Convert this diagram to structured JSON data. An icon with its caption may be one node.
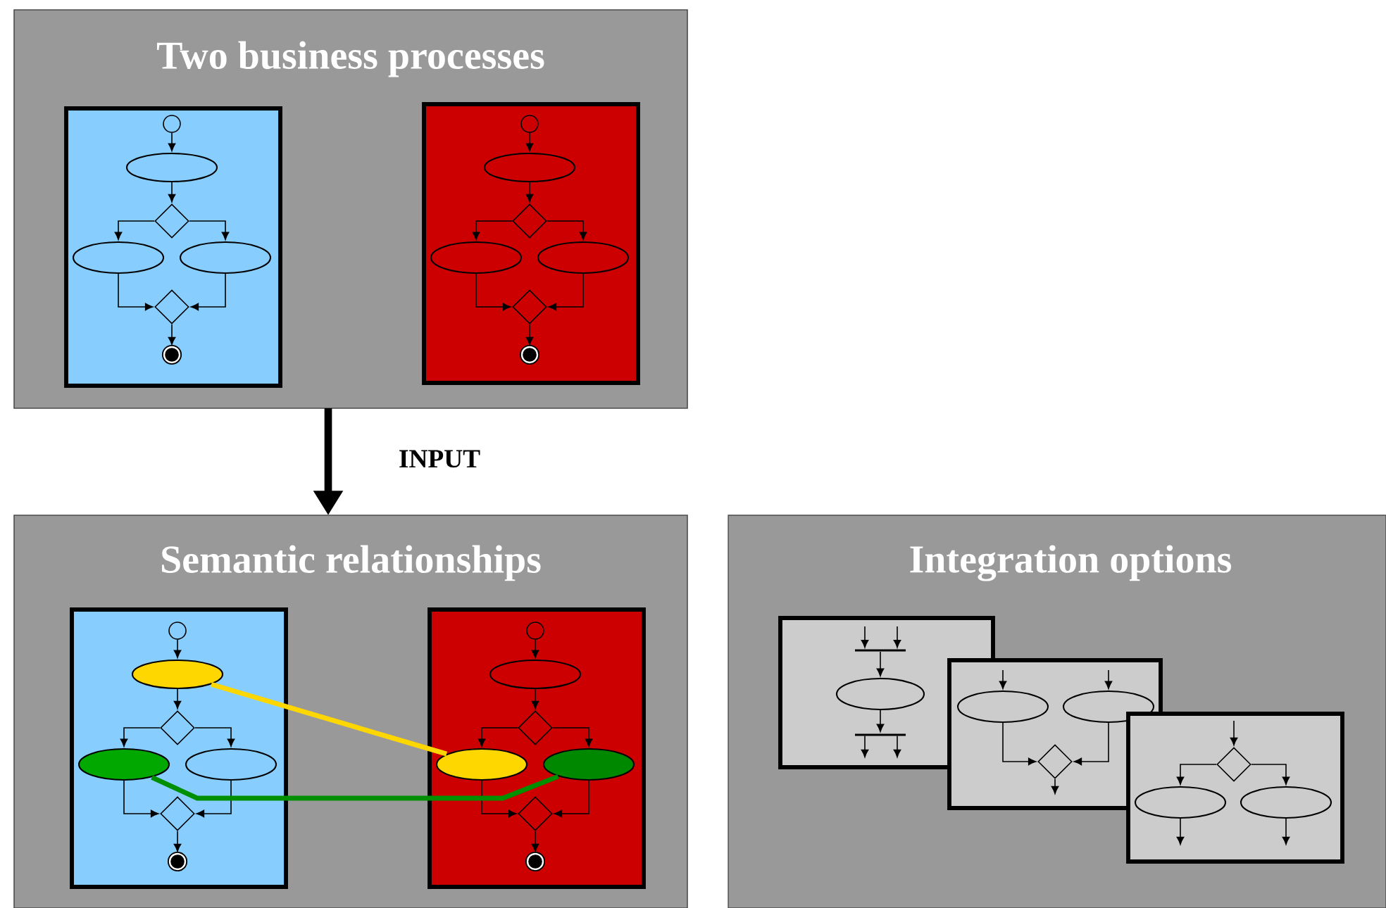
{
  "diagram": {
    "nodes": [
      {
        "text": [
          "Two business processes"
        ]
      },
      {
        "text": [],
        "shape": "box",
        "in": 0
      },
      {
        "text": [],
        "shape": "box",
        "in": 0
      },
      {
        "text": [],
        "shape": "circle",
        "in": 1
      },
      {
        "text": [],
        "shape": "ellipse",
        "in": 1
      },
      {
        "text": [],
        "shape": "diamond",
        "in": 1
      },
      {
        "text": [],
        "shape": "ellipse",
        "in": 1
      },
      {
        "text": [],
        "shape": "ellipse",
        "in": 1
      },
      {
        "text": [],
        "shape": "diamond",
        "in": 1
      },
      {
        "text": [],
        "shape": "circle",
        "in": 1
      },
      {
        "text": [],
        "shape": "circle",
        "in": 2
      },
      {
        "text": [],
        "shape": "ellipse",
        "in": 2
      },
      {
        "text": [],
        "shape": "diamond",
        "in": 2
      },
      {
        "text": [],
        "shape": "ellipse",
        "in": 2
      },
      {
        "text": [],
        "shape": "ellipse",
        "in": 2
      },
      {
        "text": [],
        "shape": "diamond",
        "in": 2
      },
      {
        "text": [],
        "shape": "circle",
        "in": 2
      },
      {
        "text": [
          "Semantic relationships"
        ]
      },
      {
        "text": [],
        "shape": "box",
        "in": 17
      },
      {
        "text": [],
        "shape": "box",
        "in": 17
      },
      {
        "text": [],
        "shape": "circle",
        "in": 18
      },
      {
        "text": [],
        "shape": "ellipse",
        "in": 18
      },
      {
        "text": [],
        "shape": "diamond",
        "in": 18
      },
      {
        "text": [],
        "shape": "ellipse",
        "in": 18
      },
      {
        "text": [],
        "shape": "ellipse",
        "in": 18
      },
      {
        "text": [],
        "shape": "diamond",
        "in": 18
      },
      {
        "text": [],
        "shape": "circle",
        "in": 18
      },
      {
        "text": [],
        "shape": "circle",
        "in": 19
      },
      {
        "text": [],
        "shape": "ellipse",
        "in": 19
      },
      {
        "text": [],
        "shape": "diamond",
        "in": 19
      },
      {
        "text": [],
        "shape": "ellipse",
        "in": 19
      },
      {
        "text": [],
        "shape": "ellipse",
        "in": 19
      },
      {
        "text": [],
        "shape": "diamond",
        "in": 19
      },
      {
        "text": [],
        "shape": "circle",
        "in": 19
      },
      {
        "text": [
          "Integration options"
        ]
      },
      {
        "text": [],
        "shape": "box",
        "in": 34
      },
      {
        "text": [],
        "shape": "bar",
        "in": 35
      },
      {
        "text": [],
        "shape": "ellipse",
        "in": 35
      },
      {
        "text": [],
        "shape": "bar",
        "in": 35
      },
      {
        "text": [],
        "shape": "box",
        "in": 34
      },
      {
        "text": [],
        "shape": "ellipse",
        "in": 39
      },
      {
        "text": [],
        "shape": "ellipse",
        "in": 39
      },
      {
        "text": [],
        "shape": "diamond",
        "in": 39
      },
      {
        "text": [],
        "shape": "box",
        "in": 34
      },
      {
        "text": [],
        "shape": "diamond",
        "in": 43
      },
      {
        "text": [],
        "shape": "ellipse",
        "in": 43
      },
      {
        "text": [],
        "shape": "ellipse",
        "in": 43
      }
    ],
    "edges": [
      {
        "from": 0,
        "to": 17,
        "arrow": "to",
        "label": "INPUT",
        "style": "thick"
      },
      {
        "from": 3,
        "to": 4,
        "arrow": "to"
      },
      {
        "from": 4,
        "to": 5,
        "arrow": "to"
      },
      {
        "from": 5,
        "to": 6,
        "arrow": "to"
      },
      {
        "from": 5,
        "to": 7,
        "arrow": "to"
      },
      {
        "from": 6,
        "to": 8,
        "arrow": "to"
      },
      {
        "from": 7,
        "to": 8,
        "arrow": "to"
      },
      {
        "from": 8,
        "to": 9,
        "arrow": "to"
      },
      {
        "from": 10,
        "to": 11,
        "arrow": "to"
      },
      {
        "from": 11,
        "to": 12,
        "arrow": "to"
      },
      {
        "from": 12,
        "to": 13,
        "arrow": "to"
      },
      {
        "from": 12,
        "to": 14,
        "arrow": "to"
      },
      {
        "from": 13,
        "to": 15,
        "arrow": "to"
      },
      {
        "from": 14,
        "to": 15,
        "arrow": "to"
      },
      {
        "from": 15,
        "to": 16,
        "arrow": "to"
      },
      {
        "from": 20,
        "to": 21,
        "arrow": "to"
      },
      {
        "from": 21,
        "to": 22,
        "arrow": "to"
      },
      {
        "from": 22,
        "to": 23,
        "arrow": "to"
      },
      {
        "from": 22,
        "to": 24,
        "arrow": "to"
      },
      {
        "from": 23,
        "to": 25,
        "arrow": "to"
      },
      {
        "from": 24,
        "to": 25,
        "arrow": "to"
      },
      {
        "from": 25,
        "to": 26,
        "arrow": "to"
      },
      {
        "from": 27,
        "to": 28,
        "arrow": "to"
      },
      {
        "from": 28,
        "to": 29,
        "arrow": "to"
      },
      {
        "from": 29,
        "to": 30,
        "arrow": "to"
      },
      {
        "from": 29,
        "to": 31,
        "arrow": "to"
      },
      {
        "from": 30,
        "to": 32,
        "arrow": "to"
      },
      {
        "from": 31,
        "to": 32,
        "arrow": "to"
      },
      {
        "from": 32,
        "to": 33,
        "arrow": "to"
      },
      {
        "from": 21,
        "to": 30,
        "arrow": "none",
        "style": "thick",
        "color": "#ffd700"
      },
      {
        "from": 23,
        "to": 31,
        "arrow": "none",
        "style": "thick",
        "color": "#008f00"
      },
      {
        "from": null,
        "to": 36,
        "arrow": "to"
      },
      {
        "from": null,
        "to": 36,
        "arrow": "to"
      },
      {
        "from": 36,
        "to": 37,
        "arrow": "to"
      },
      {
        "from": 37,
        "to": 38,
        "arrow": "to"
      },
      {
        "from": 38,
        "to": null,
        "arrow": "to"
      },
      {
        "from": 38,
        "to": null,
        "arrow": "to"
      },
      {
        "from": null,
        "to": 40,
        "arrow": "to"
      },
      {
        "from": null,
        "to": 41,
        "arrow": "to"
      },
      {
        "from": 40,
        "to": 42,
        "arrow": "to"
      },
      {
        "from": 41,
        "to": 42,
        "arrow": "to"
      },
      {
        "from": 42,
        "to": null,
        "arrow": "to"
      },
      {
        "from": null,
        "to": 44,
        "arrow": "to"
      },
      {
        "from": 44,
        "to": 45,
        "arrow": "to"
      },
      {
        "from": 44,
        "to": 46,
        "arrow": "to"
      },
      {
        "from": 45,
        "to": null,
        "arrow": "to"
      },
      {
        "from": 46,
        "to": null,
        "arrow": "to"
      }
    ]
  }
}
